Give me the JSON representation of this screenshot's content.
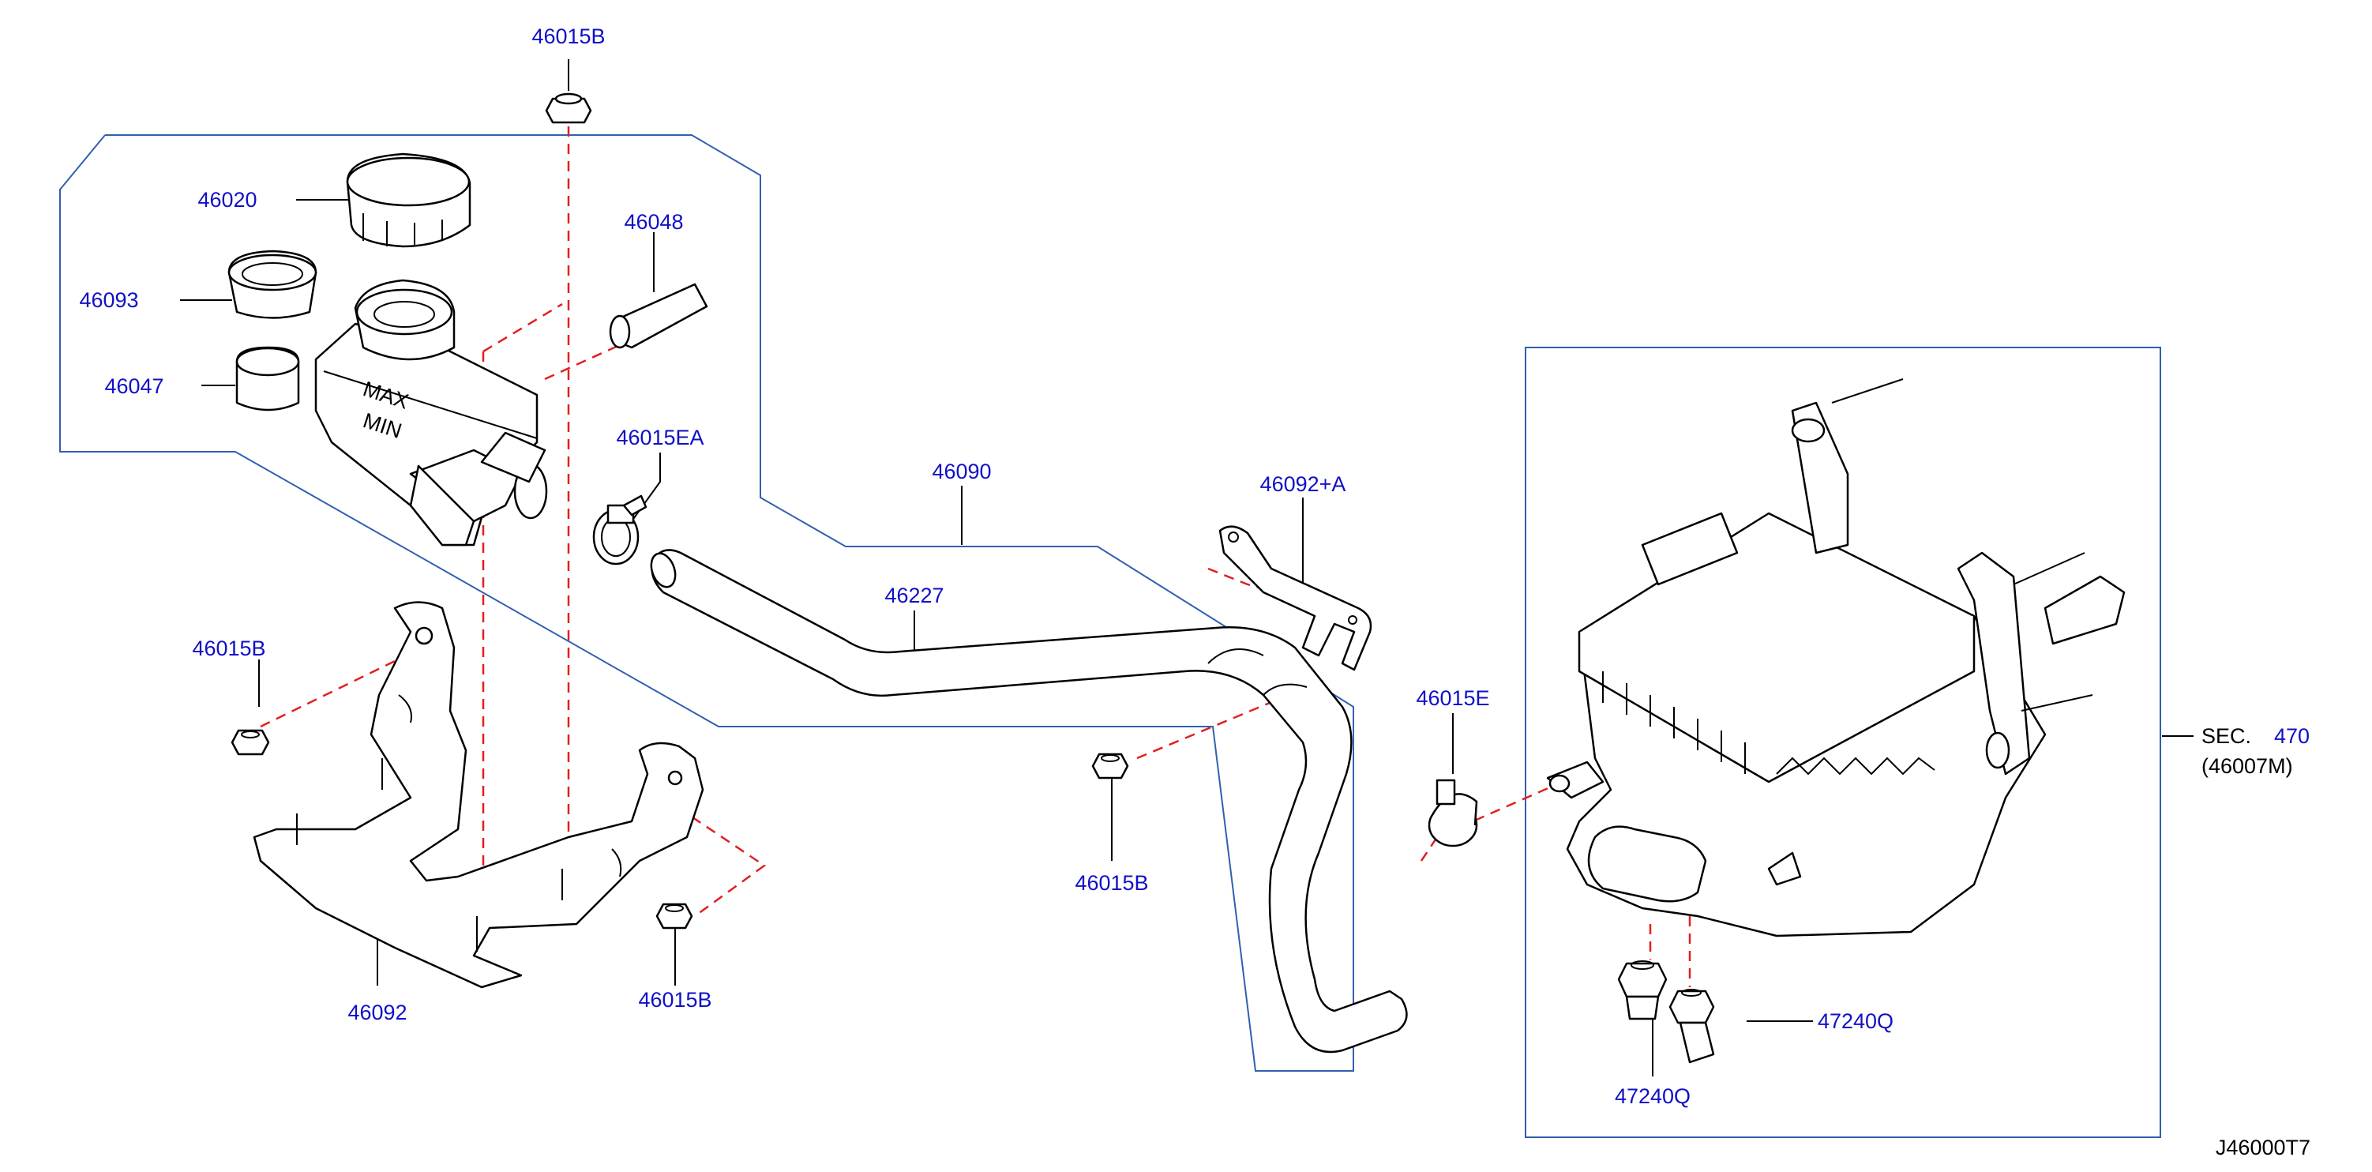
{
  "labels": {
    "p46015b_top": "46015B",
    "p46020": "46020",
    "p46048": "46048",
    "p46093": "46093",
    "p46047": "46047",
    "p46015ea": "46015EA",
    "p46090": "46090",
    "p46092a": "46092+A",
    "p46227": "46227",
    "p46015b_left": "46015B",
    "p46015e": "46015E",
    "p46015b_mid": "46015B",
    "p46092": "46092",
    "p46015b_bottom": "46015B",
    "p47240q_right": "47240Q",
    "p47240q_left": "47240Q",
    "sec_text": "SEC.",
    "sec_num": "470",
    "sec_ref": "(46007M)",
    "diagram_id": "J46000T7"
  },
  "colors": {
    "callout": "#1010c8",
    "leader_dash": "#e02020",
    "group_outline": "#3060b0",
    "line": "#000000"
  }
}
